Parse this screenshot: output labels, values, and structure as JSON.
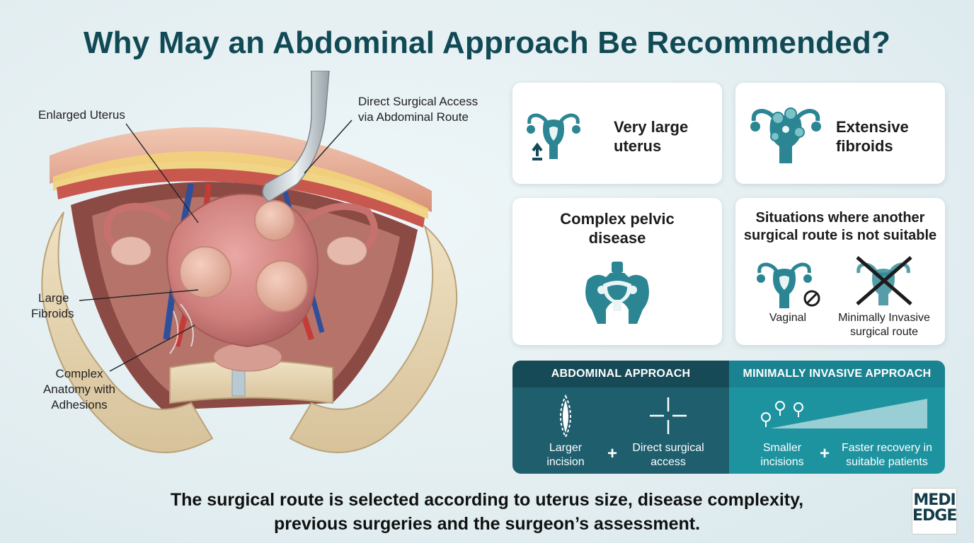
{
  "title": "Why May an Abdominal Approach Be Recommended?",
  "illustration": {
    "labels": {
      "enlarged_uterus": "Enlarged Uterus",
      "direct_access_l1": "Direct Surgical Access",
      "direct_access_l2": "via Abdominal Route",
      "large_fibroids_l1": "Large",
      "large_fibroids_l2": "Fibroids",
      "complex_l1": "Complex",
      "complex_l2": "Anatomy with",
      "complex_l3": "Adhesions"
    }
  },
  "cards": {
    "large_uterus": {
      "l1": "Very large",
      "l2": "uterus",
      "icon": "enlarged-uterus-icon"
    },
    "fibroids": {
      "l1": "Extensive",
      "l2": "fibroids",
      "icon": "fibroid-uterus-icon"
    },
    "pelvic": {
      "l1": "Complex pelvic",
      "l2": "disease",
      "icon": "pelvis-icon"
    },
    "other_route": {
      "l1": "Situations where another",
      "l2": "surgical route is not suitable",
      "vaginal": "Vaginal",
      "mi_l1": "Minimally Invasive",
      "mi_l2": "surgical route"
    }
  },
  "comparison": {
    "abdominal": {
      "header": "ABDOMINAL APPROACH",
      "item1_l1": "Larger",
      "item1_l2": "incision",
      "item2_l1": "Direct surgical",
      "item2_l2": "access",
      "plus": "+"
    },
    "minimally_invasive": {
      "header": "MINIMALLY INVASIVE APPROACH",
      "item1_l1": "Smaller",
      "item1_l2": "incisions",
      "item2_l1": "Faster recovery in",
      "item2_l2": "suitable patients",
      "plus": "+"
    }
  },
  "footer": {
    "l1": "The surgical route is selected according to uterus size, disease complexity,",
    "l2": "previous surgeries and the surgeon’s assessment."
  },
  "logo": {
    "l1": "MEDI",
    "l2": "EDGE",
    "l3": ""
  },
  "colors": {
    "title": "#114a55",
    "icon_teal": "#2b8593",
    "abdominal_panel": "#1f5e6d",
    "mi_panel": "#1e93a0"
  }
}
